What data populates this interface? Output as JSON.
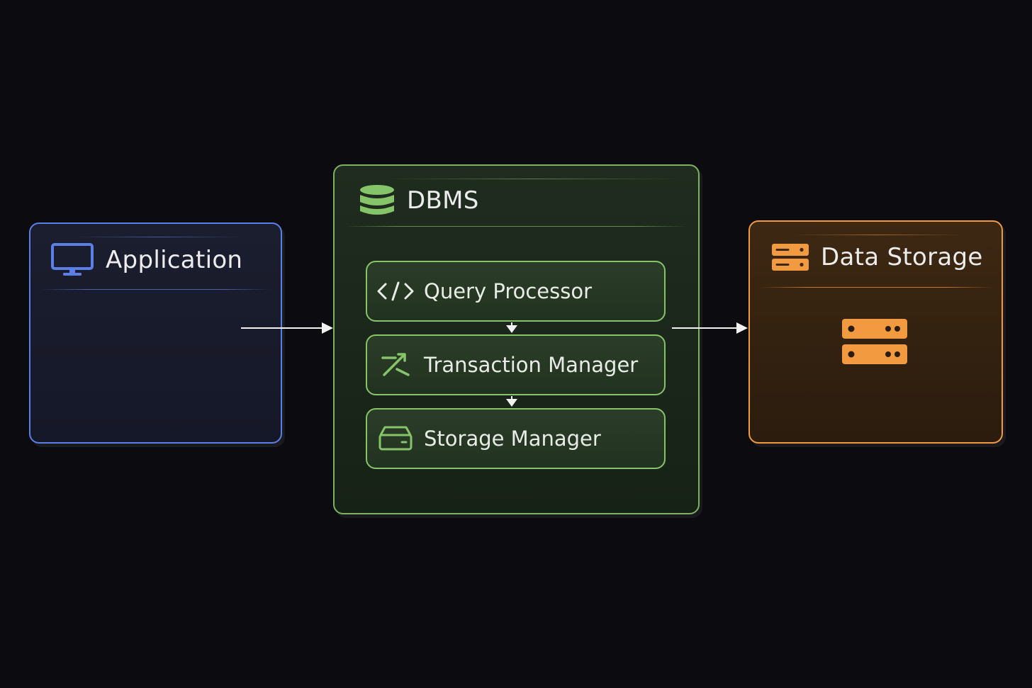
{
  "application": {
    "title": "Application",
    "icon": "monitor-icon",
    "color": "#5b7fe6"
  },
  "dbms": {
    "title": "DBMS",
    "icon": "database-icon",
    "color": "#7db35f",
    "components": [
      {
        "label": "Query Processor",
        "icon": "code-icon"
      },
      {
        "label": "Transaction Manager",
        "icon": "transaction-icon"
      },
      {
        "label": "Storage Manager",
        "icon": "drive-icon"
      }
    ]
  },
  "data_storage": {
    "title": "Data Storage",
    "icon": "server-icon",
    "color": "#f29a3f"
  }
}
